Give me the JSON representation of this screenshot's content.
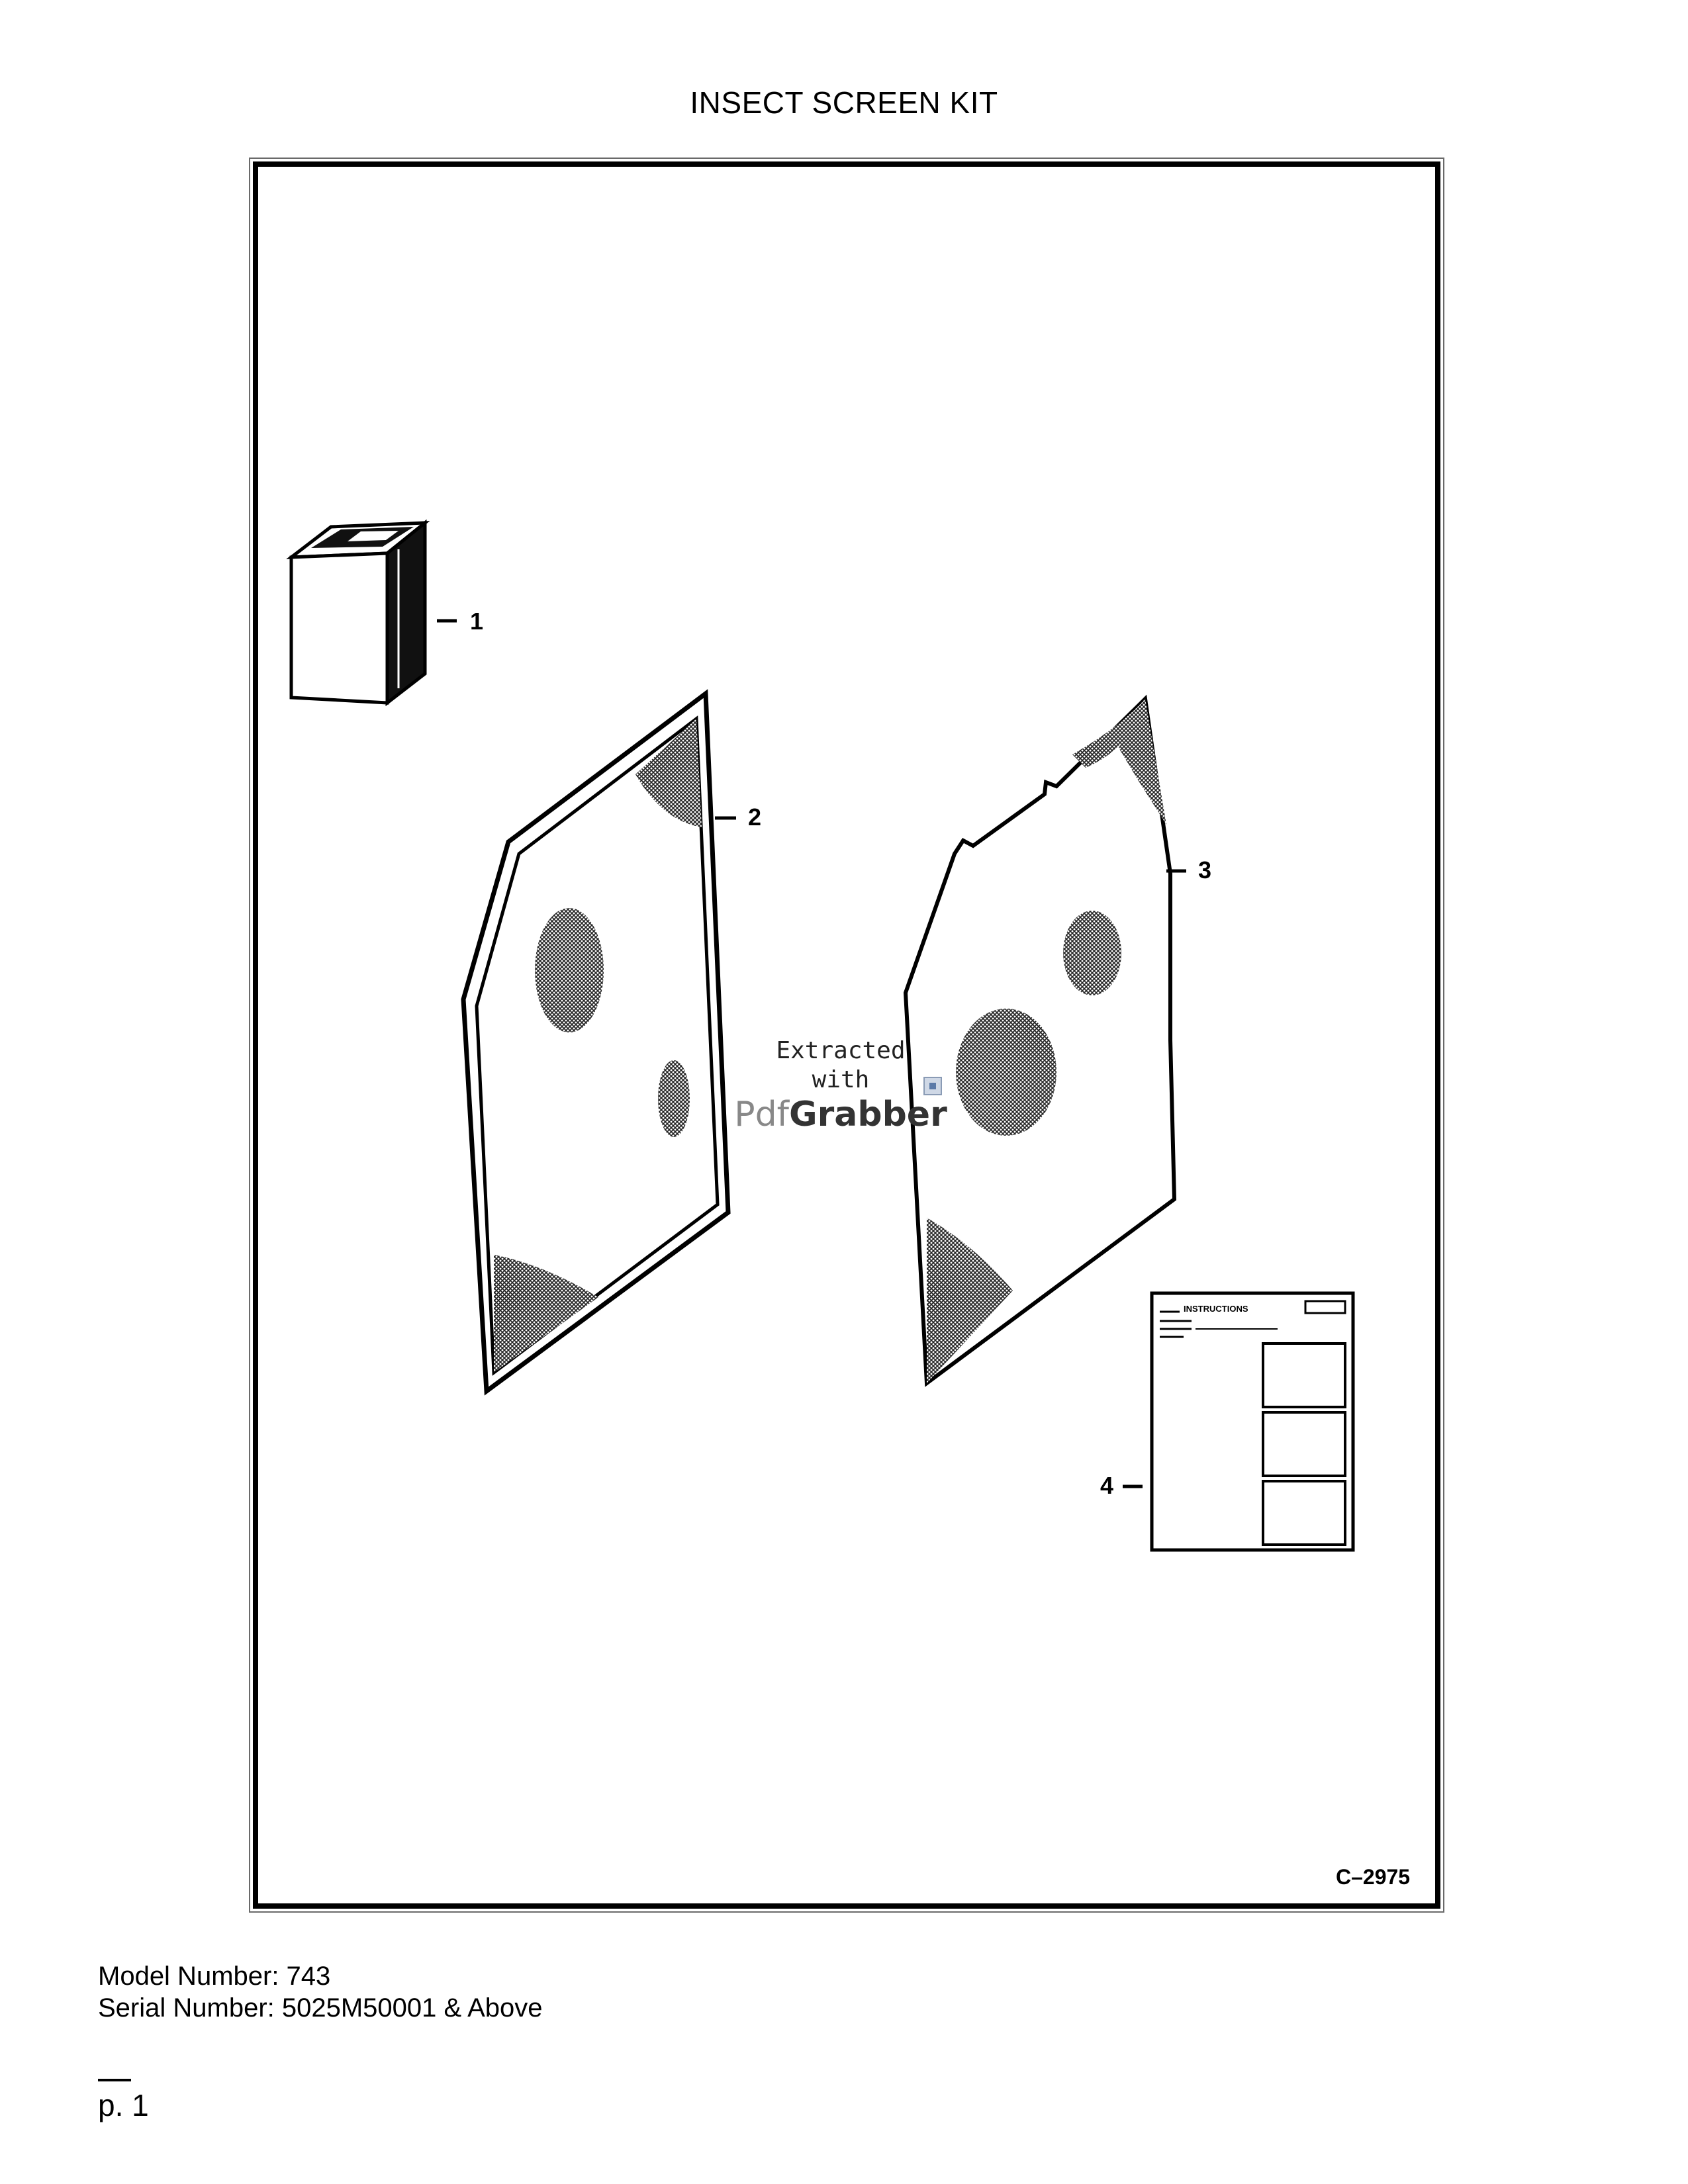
{
  "document": {
    "title": "INSECT SCREEN KIT",
    "drawing_number": "C–2975",
    "callouts": [
      "1",
      "2",
      "3",
      "4"
    ],
    "instruction_sheet_heading": "INSTRUCTIONS",
    "watermark": {
      "line1": "Extracted",
      "line2": "with",
      "brand_a": "Pdf",
      "brand_b": "Grabber"
    },
    "footer": {
      "model": "Model Number: 743",
      "serial": "Serial Number: 5025M50001 & Above",
      "page": "p. 1"
    }
  }
}
